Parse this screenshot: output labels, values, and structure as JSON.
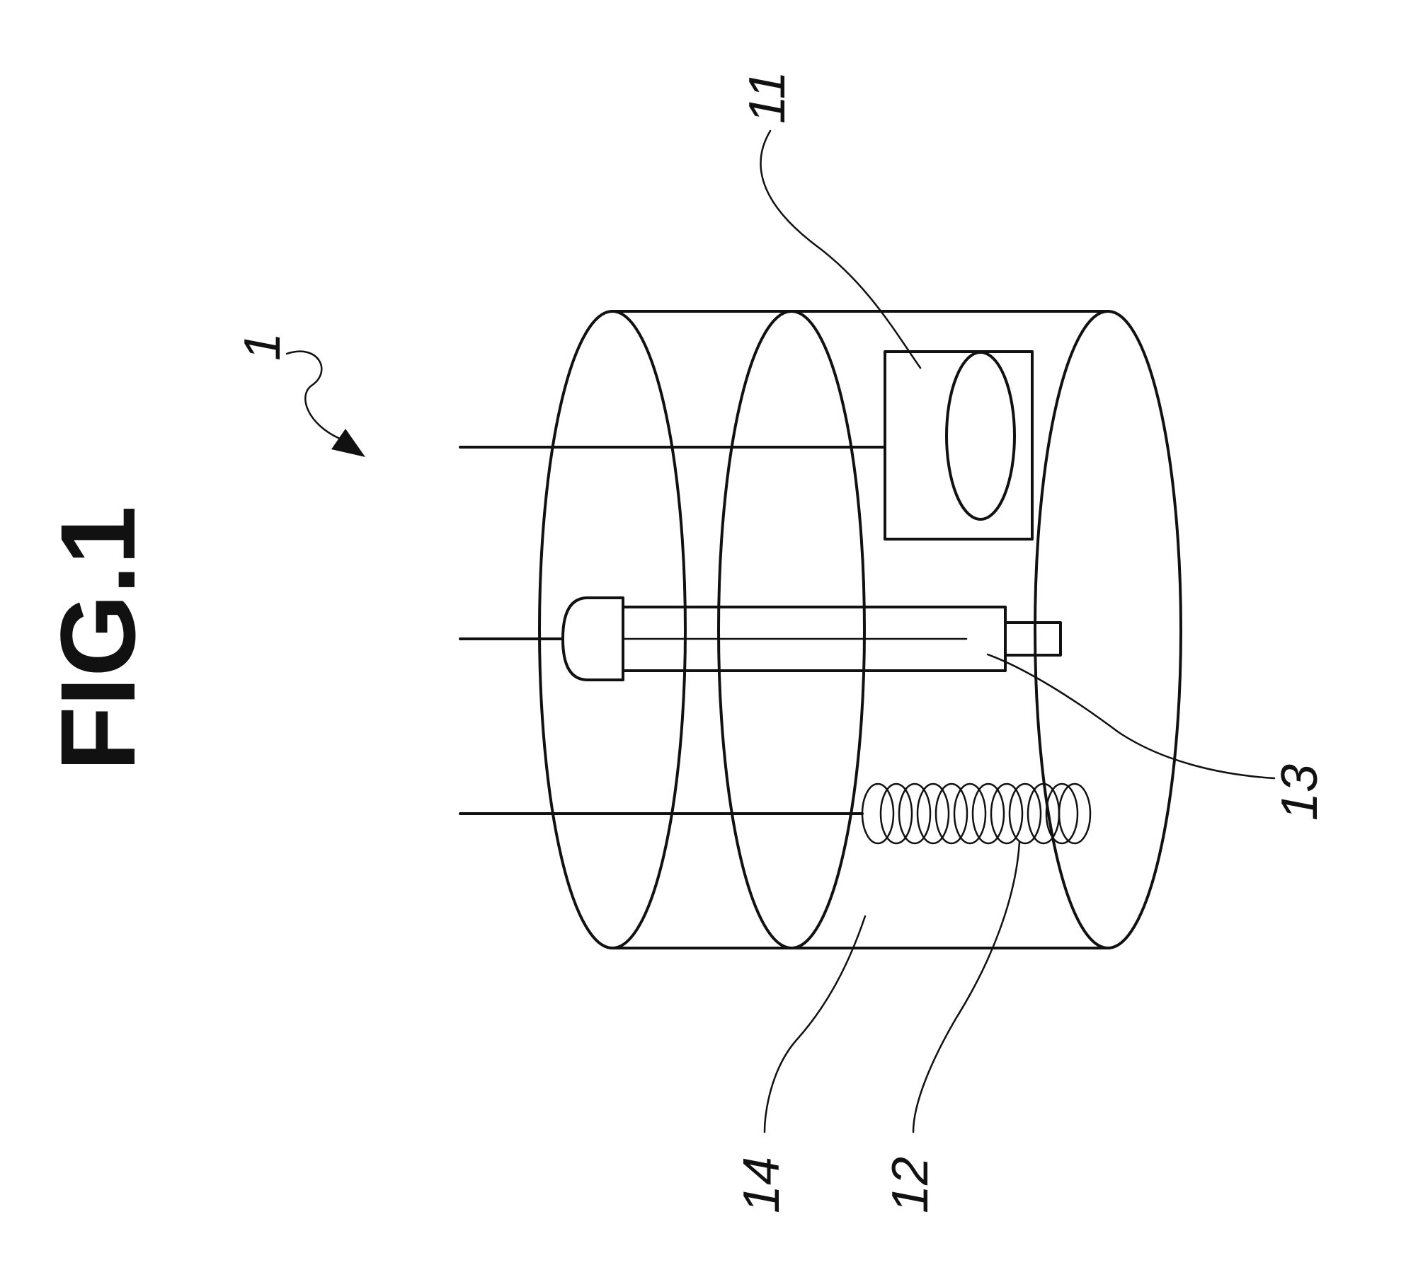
{
  "figure": {
    "title": "FIG.1",
    "labels": {
      "device": "1",
      "box": "11",
      "coil": "12",
      "rod": "13",
      "chamber": "14"
    }
  },
  "colors": {
    "ink": "#111111",
    "paper": "#ffffff"
  }
}
